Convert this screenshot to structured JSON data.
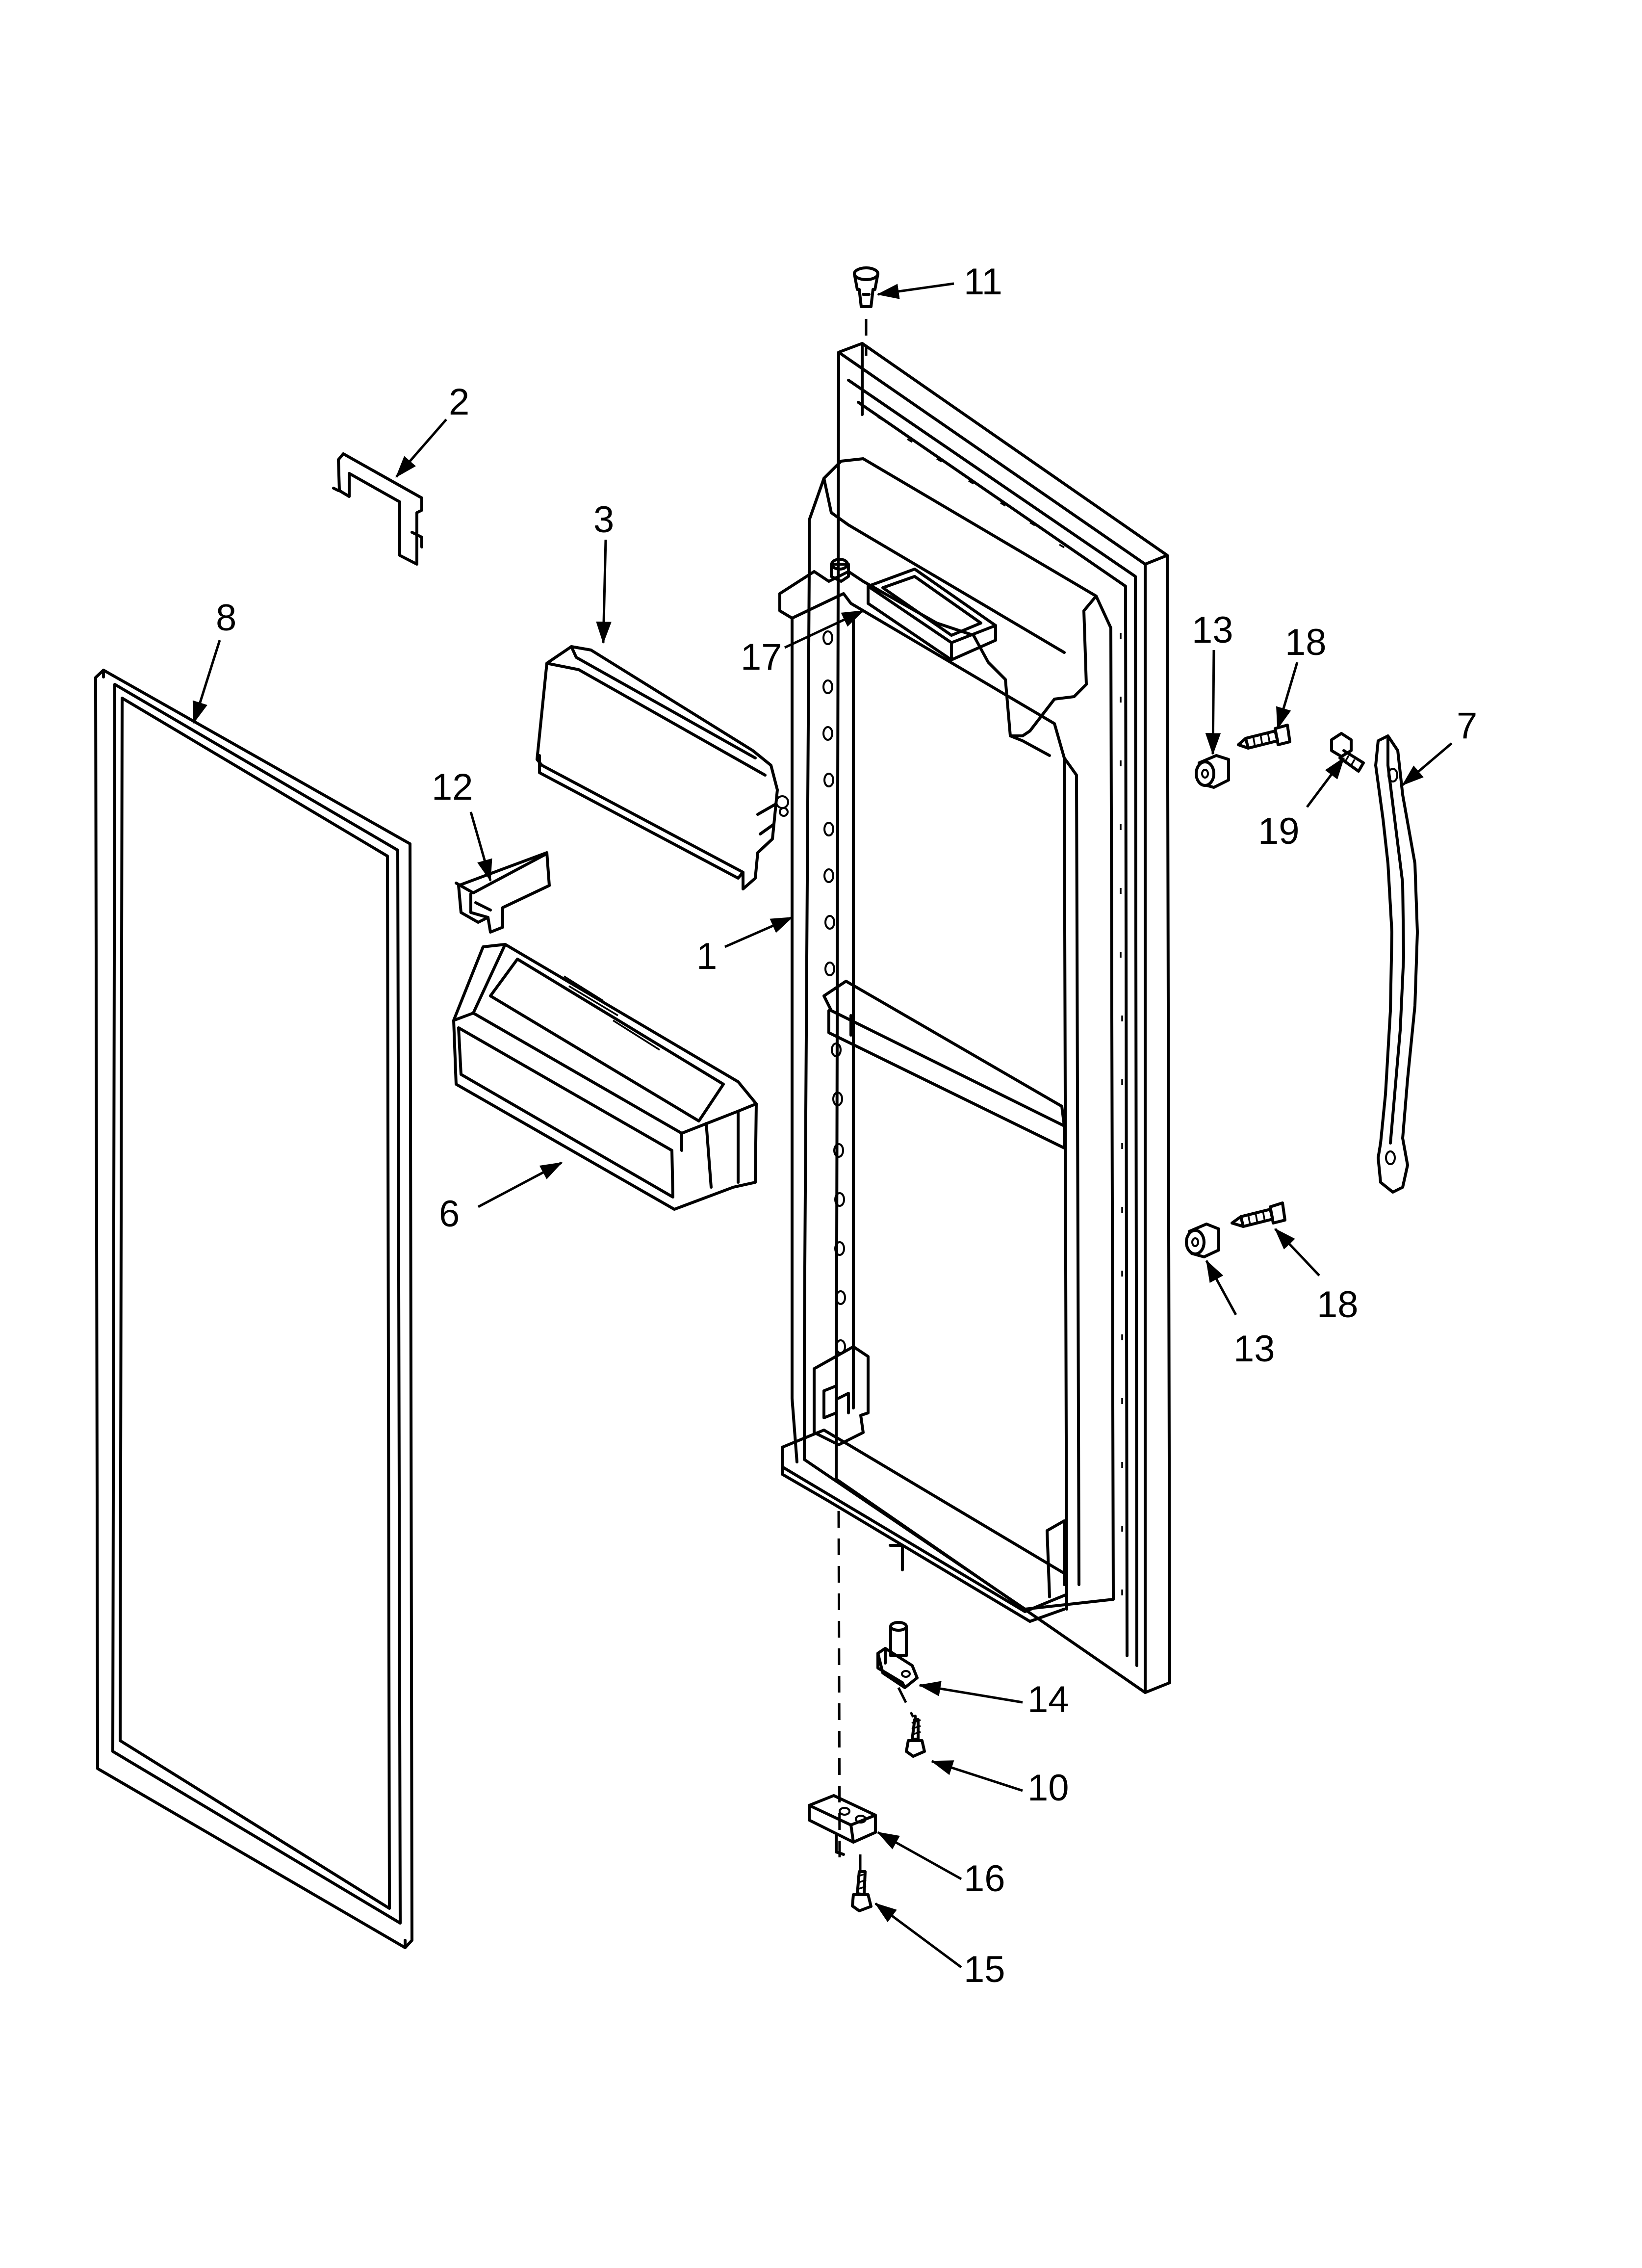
{
  "diagram": {
    "callouts": [
      {
        "id": "c11",
        "text": "11"
      },
      {
        "id": "c2",
        "text": "2"
      },
      {
        "id": "c3",
        "text": "3"
      },
      {
        "id": "c8",
        "text": "8"
      },
      {
        "id": "c17",
        "text": "17"
      },
      {
        "id": "c13a",
        "text": "13"
      },
      {
        "id": "c18a",
        "text": "18"
      },
      {
        "id": "c7",
        "text": "7"
      },
      {
        "id": "c19",
        "text": "19"
      },
      {
        "id": "c12",
        "text": "12"
      },
      {
        "id": "c1",
        "text": "1"
      },
      {
        "id": "c6",
        "text": "6"
      },
      {
        "id": "c18b",
        "text": "18"
      },
      {
        "id": "c13b",
        "text": "13"
      },
      {
        "id": "c14",
        "text": "14"
      },
      {
        "id": "c10",
        "text": "10"
      },
      {
        "id": "c16",
        "text": "16"
      },
      {
        "id": "c15",
        "text": "15"
      }
    ]
  }
}
